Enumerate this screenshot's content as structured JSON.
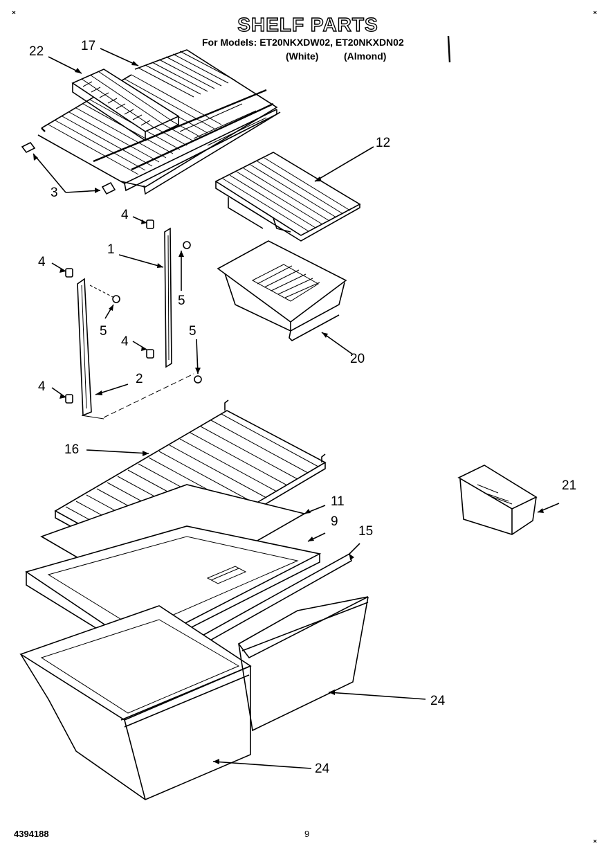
{
  "header": {
    "title": "SHELF PARTS",
    "models_line": "For Models: ET20NKXDW02, ET20NKXDN02",
    "variant_white": "(White)",
    "variant_almond": "(Almond)"
  },
  "footer": {
    "doc_number": "4394188",
    "page_number": "9"
  },
  "callouts": {
    "c22": "22",
    "c17": "17",
    "c3": "3",
    "c12": "12",
    "c4a": "4",
    "c4b": "4",
    "c4c": "4",
    "c4d": "4",
    "c1": "1",
    "c5a": "5",
    "c5b": "5",
    "c5c": "5",
    "c20": "20",
    "c2": "2",
    "c16": "16",
    "c21": "21",
    "c11": "11",
    "c9": "9",
    "c15": "15",
    "c24a": "24",
    "c24b": "24"
  }
}
